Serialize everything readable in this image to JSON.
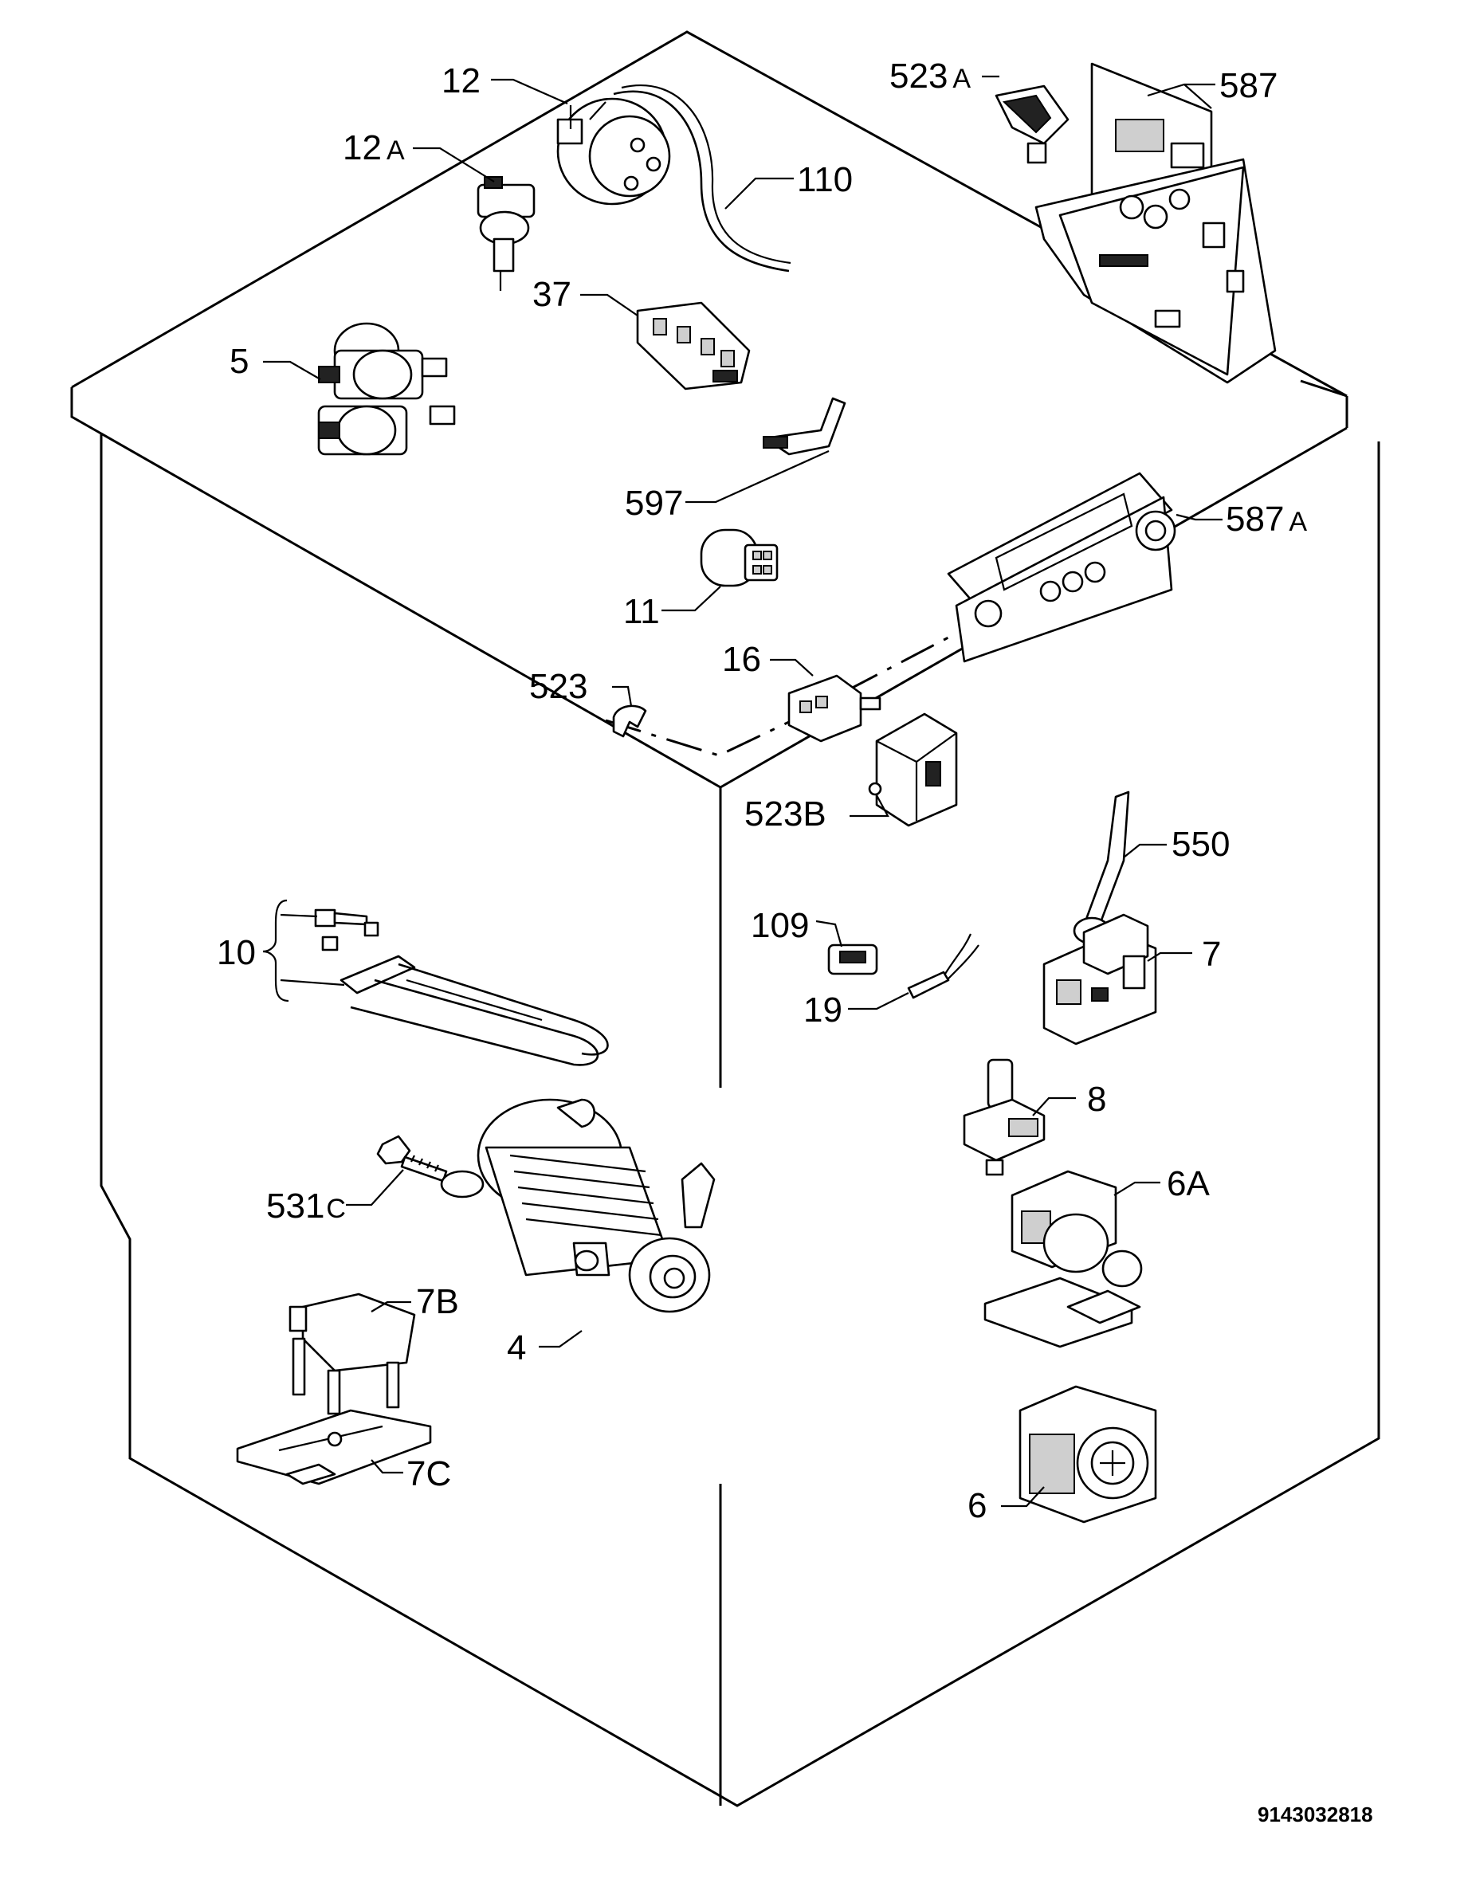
{
  "labels": {
    "l12": "12",
    "l12a": "12",
    "l12a_sfx": "A",
    "l110": "110",
    "l523a": "523",
    "l523a_sfx": "A",
    "l587": "587",
    "l37": "37",
    "l5": "5",
    "l597": "597",
    "l587a": "587",
    "l587a_sfx": "A",
    "l11": "11",
    "l16": "16",
    "l523": "523",
    "l523b": "523B",
    "l550": "550",
    "l10": "10",
    "l109": "109",
    "l19": "19",
    "l7": "7",
    "l8": "8",
    "l531c": "531",
    "l531c_sfx": "C",
    "l6a": "6A",
    "l7b": "7B",
    "l4": "4",
    "l7c": "7C",
    "l6": "6"
  },
  "document_number": "9143032818"
}
